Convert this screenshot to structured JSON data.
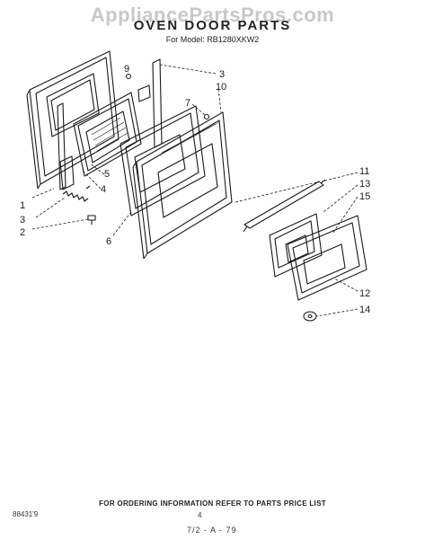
{
  "watermark": "AppliancePartsPros.com",
  "title": "OVEN DOOR PARTS",
  "model_line": "For Model: RB1280XKW2",
  "callouts": [
    "1",
    "2",
    "3",
    "3",
    "4",
    "5",
    "6",
    "7",
    "9",
    "10",
    "11",
    "12",
    "13",
    "14",
    "15"
  ],
  "footer_text": "FOR ORDERING INFORMATION REFER TO PARTS PRICE LIST",
  "doc_code": "88431'9",
  "page_number": "4",
  "date_mark": "7/2 - A - 79"
}
